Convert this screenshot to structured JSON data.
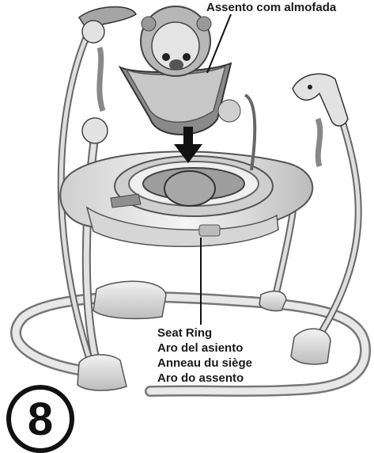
{
  "labels": {
    "top": "Assento com almofada",
    "seat_ring": [
      "Seat Ring",
      "Aro del asiento",
      "Anneau du siège",
      "Aro do assento"
    ]
  },
  "step": "8",
  "colors": {
    "ink": "#1a1a1a",
    "plastic": "#e6e6e6",
    "shadow": "#9a9a9a"
  }
}
